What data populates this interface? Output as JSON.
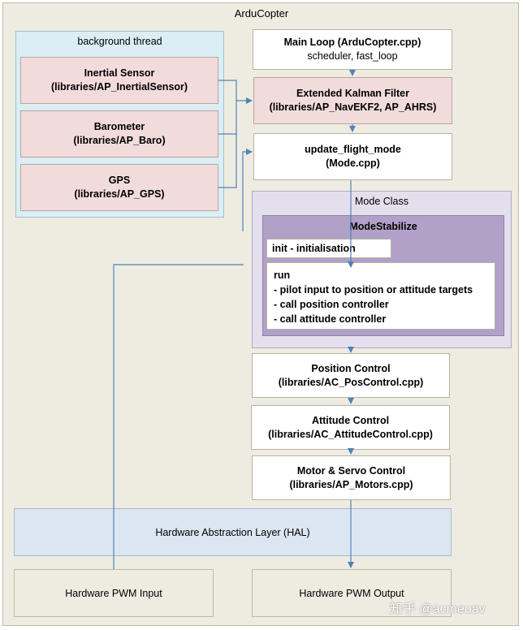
{
  "title": "ArduCopter",
  "background_thread": {
    "label": "background thread",
    "sensors": [
      {
        "name": "Inertial Sensor",
        "path": "(libraries/AP_InertialSensor)"
      },
      {
        "name": "Barometer",
        "path": "(libraries/AP_Baro)"
      },
      {
        "name": "GPS",
        "path": "(libraries/AP_GPS)"
      }
    ]
  },
  "main_loop": {
    "title": "Main Loop (ArduCopter.cpp)",
    "subtitle": "scheduler, fast_loop"
  },
  "ekf": {
    "title": "Extended Kalman Filter",
    "path": "(libraries/AP_NavEKF2, AP_AHRS)"
  },
  "update_flight_mode": {
    "title": "update_flight_mode",
    "path": "(Mode.cpp)"
  },
  "mode_class": {
    "label": "Mode Class",
    "mode_stabilize": {
      "label": "ModeStabilize",
      "init": "init - initialisation",
      "run": {
        "title": "run",
        "items": [
          "- pilot input to position or attitude targets",
          "- call position controller",
          "- call attitude controller"
        ]
      }
    }
  },
  "position_control": {
    "title": "Position Control",
    "path": "(libraries/AC_PosControl.cpp)"
  },
  "attitude_control": {
    "title": "Attitude Control",
    "path": "(libraries/AC_AttitudeControl.cpp)"
  },
  "motor_control": {
    "title": "Motor & Servo Control",
    "path": "(libraries/AP_Motors.cpp)"
  },
  "hal": {
    "label": "Hardware Abstraction Layer (HAL)"
  },
  "pwm_input": {
    "label": "Hardware PWM Input"
  },
  "pwm_output": {
    "label": "Hardware PWM Output"
  },
  "watermark": "知乎 @acmeuav",
  "colors": {
    "frame": "#eeece1",
    "background_thread": "#dbeef3",
    "sensor_box": "#f2dcdb",
    "mode_class": "#e4dfec",
    "mode_stabilize": "#b1a0c7",
    "hal": "#dce6f2",
    "arrow": "#4f81bd"
  }
}
